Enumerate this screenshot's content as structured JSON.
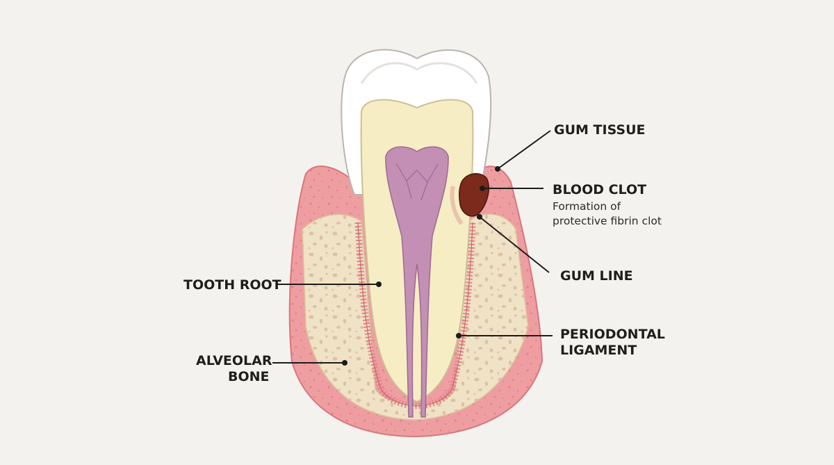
{
  "labels": {
    "gum_tissue": "GUM TISSUE",
    "blood_clot": "BLOOD CLOT",
    "blood_clot_desc_1": "Formation of",
    "blood_clot_desc_2": "protective fibrin clot",
    "gum_line": "GUM LINE",
    "tooth_root": "TOOTH ROOT",
    "periodontal_1": "PERIODONTAL",
    "periodontal_2": "LIGAMENT",
    "alveolar_1": "ALVEOLAR",
    "alveolar_2": "BONE"
  },
  "colors": {
    "background": "#f4f2ee",
    "enamel": "#ffffff",
    "dentin": "#f6edc4",
    "pulp": "#c48fb4",
    "gum": "#ee9ea1",
    "bone": "#f0e2c6",
    "bone_pores": "#d9bf9e",
    "blood_clot": "#7b2a1c",
    "ligament": "#e3848a"
  }
}
